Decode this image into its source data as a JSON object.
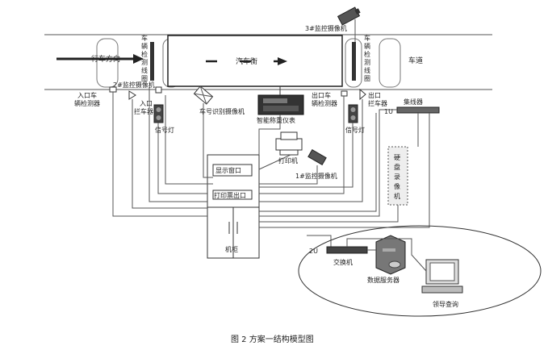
{
  "labels": {
    "lane_direction": "行车方向",
    "road": "车道",
    "car": "汽车衡",
    "coil_left_1": "车",
    "coil_left_2": "辆",
    "coil_left_3": "检",
    "coil_left_4": "测",
    "coil_left_5": "线",
    "coil_left_6": "圈",
    "coil_right_1": "车",
    "coil_right_2": "辆",
    "coil_right_3": "检",
    "coil_right_4": "测",
    "coil_right_5": "线",
    "coil_right_6": "圈",
    "cam2": "2#监控摄像机",
    "cam3": "3#监控摄像机",
    "cam1": "1#监控摄像机",
    "entry_detector_1": "入口车",
    "entry_detector_2": "辆检测器",
    "entry_barrier_1": "入口",
    "entry_barrier_2": "拦车器",
    "plate_camera": "车号识别摄像机",
    "exit_detector_1": "出口车",
    "exit_detector_2": "辆检测器",
    "exit_barrier_1": "出口",
    "exit_barrier_2": "拦车器",
    "weigh_instrument": "智能称重仪表",
    "signal_left": "信号灯",
    "signal_right": "信号灯",
    "hub": "集线器",
    "one_u": "1U",
    "printer": "打印机",
    "dvr_1": "硬",
    "dvr_2": "盘",
    "dvr_3": "录",
    "dvr_4": "像",
    "dvr_5": "机",
    "display_window": "显示窗口",
    "print_slot": "打印票出口",
    "cabinet": "机柜",
    "two_u": "2U",
    "switch": "交换机",
    "server": "数据服务器",
    "query": "领导查询",
    "caption": "图 2    方案一结构模型图"
  }
}
